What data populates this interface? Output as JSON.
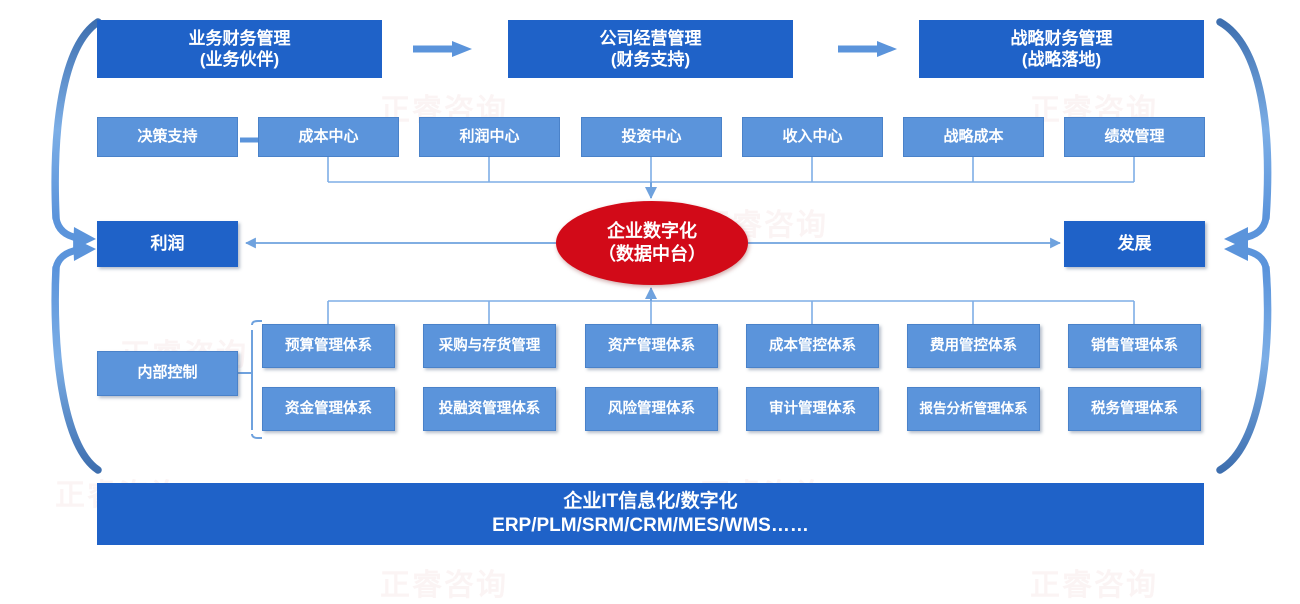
{
  "diagram": {
    "title_top_row": [
      {
        "label": "业务财务管理\n(业务伙伴)",
        "name": "business-finance-management"
      },
      {
        "label": "公司经营管理\n(财务支持)",
        "name": "company-operation-management"
      },
      {
        "label": "战略财务管理\n(战略落地)",
        "name": "strategic-finance-management"
      }
    ],
    "top_arrows": [
      "arrow-right-1",
      "arrow-right-2"
    ],
    "center_row": [
      {
        "label": "决策支持",
        "name": "decision-support"
      },
      {
        "label": "成本中心",
        "name": "cost-center"
      },
      {
        "label": "利润中心",
        "name": "profit-center"
      },
      {
        "label": "投资中心",
        "name": "investment-center"
      },
      {
        "label": "收入中心",
        "name": "revenue-center"
      },
      {
        "label": "战略成本",
        "name": "strategic-cost"
      },
      {
        "label": "绩效管理",
        "name": "performance-management"
      }
    ],
    "hub": {
      "label": "企业数字化\n（数据中台）",
      "name": "enterprise-digitalization-hub"
    },
    "left_outcome": {
      "label": "利润",
      "name": "profit-box"
    },
    "right_outcome": {
      "label": "发展",
      "name": "development-box"
    },
    "internal_control": {
      "label": "内部控制",
      "name": "internal-control"
    },
    "systems_grid_row1": [
      {
        "label": "预算管理体系",
        "name": "budget-management-system"
      },
      {
        "label": "采购与存货管理",
        "name": "procurement-inventory-management"
      },
      {
        "label": "资产管理体系",
        "name": "asset-management-system"
      },
      {
        "label": "成本管控体系",
        "name": "cost-control-system"
      },
      {
        "label": "费用管控体系",
        "name": "expense-control-system"
      },
      {
        "label": "销售管理体系",
        "name": "sales-management-system"
      }
    ],
    "systems_grid_row2": [
      {
        "label": "资金管理体系",
        "name": "fund-management-system"
      },
      {
        "label": "投融资管理体系",
        "name": "investment-financing-management-system"
      },
      {
        "label": "风险管理体系",
        "name": "risk-management-system"
      },
      {
        "label": "审计管理体系",
        "name": "audit-management-system"
      },
      {
        "label": "报告分析管理体系",
        "name": "report-analysis-management-system"
      },
      {
        "label": "税务管理体系",
        "name": "tax-management-system"
      }
    ],
    "footer": {
      "line1": "企业IT信息化/数字化",
      "line2": "ERP/PLM/SRM/CRM/MES/WMS……",
      "name": "it-digitalization-banner"
    },
    "watermark_text": "正睿咨询",
    "colors": {
      "dark_blue": "#1F62C8",
      "light_blue": "#5B94DB",
      "red": "#D20A18",
      "connector_blue": "#6FA2DE",
      "arc_blue": "#4A7BBE",
      "white": "#FFFFFF"
    }
  }
}
